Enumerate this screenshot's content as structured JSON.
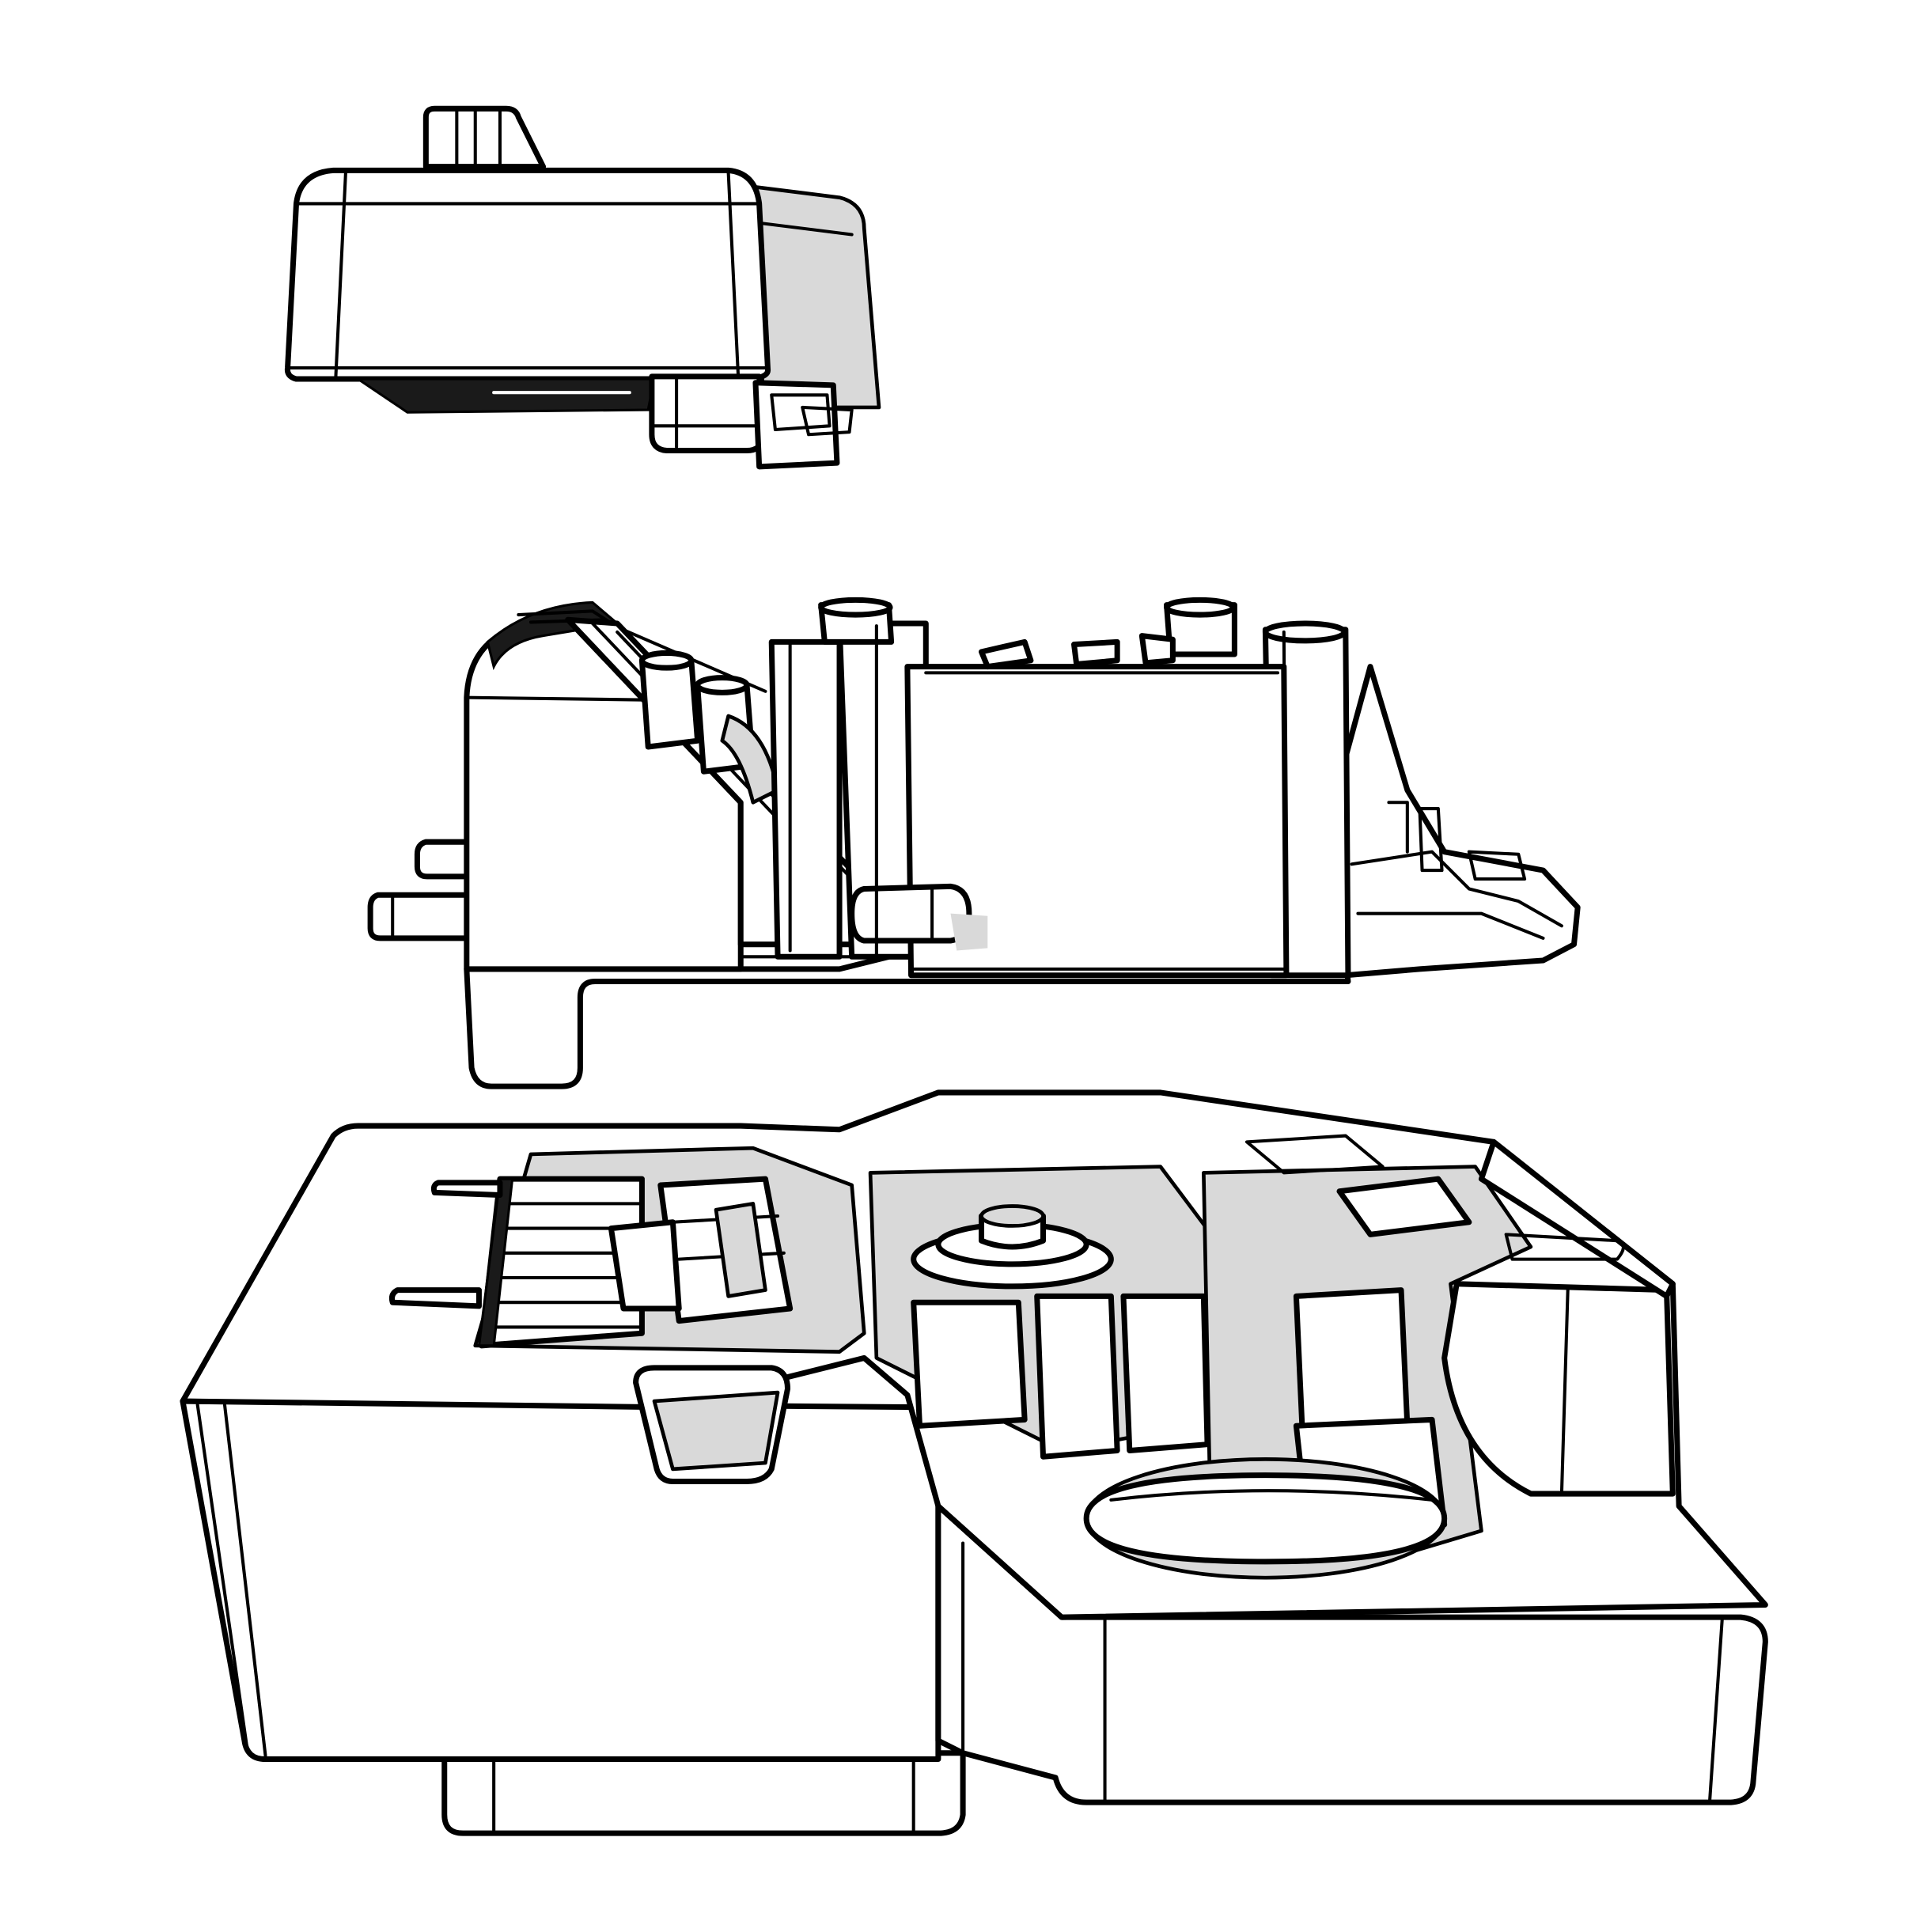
{
  "figure": {
    "kind": "exploded-isometric-line-drawing",
    "parts": [
      {
        "id": "top-cover",
        "order": 1
      },
      {
        "id": "middle-housing",
        "order": 2
      },
      {
        "id": "base-tray",
        "order": 3
      }
    ],
    "style": {
      "line_color": "#000000",
      "background": "#ffffff",
      "shade_color": "#d9d9d9",
      "dark_color": "#1a1a1a"
    }
  }
}
